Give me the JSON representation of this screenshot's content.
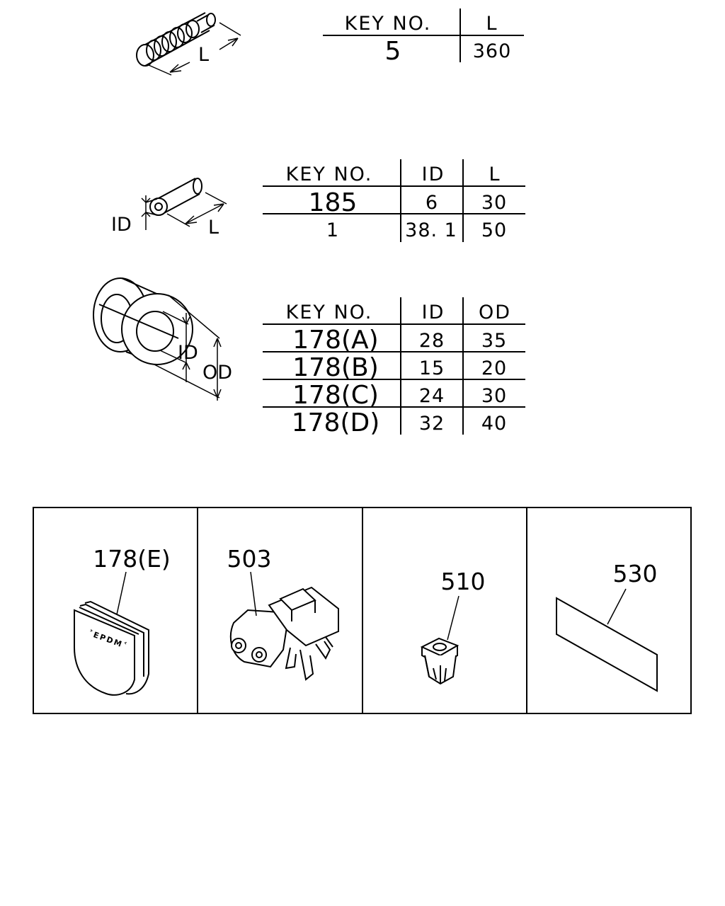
{
  "tables": {
    "t1": {
      "headers": [
        "KEY  NO.",
        "L"
      ],
      "rows": [
        [
          "5",
          "360"
        ]
      ]
    },
    "t2": {
      "headers": [
        "KEY  NO.",
        "ID",
        "L"
      ],
      "rows": [
        [
          "185",
          "6",
          "30"
        ],
        [
          "1",
          "38. 1",
          "50"
        ]
      ]
    },
    "t3": {
      "headers": [
        "KEY  NO.",
        "ID",
        "OD"
      ],
      "rows": [
        [
          "178(A)",
          "28",
          "35"
        ],
        [
          "178(B)",
          "15",
          "20"
        ],
        [
          "178(C)",
          "24",
          "30"
        ],
        [
          "178(D)",
          "32",
          "40"
        ]
      ]
    }
  },
  "dimension_labels": {
    "hose_length": "L",
    "tube_id": "ID",
    "tube_length": "L",
    "grommet_id": "ID",
    "grommet_od": "OD"
  },
  "parts": [
    {
      "callout": "178(E)",
      "icon": "grommet-cap-icon",
      "stamp": "˃EPDM˂"
    },
    {
      "callout": "503",
      "icon": "connector-icon"
    },
    {
      "callout": "510",
      "icon": "clip-nut-icon"
    },
    {
      "callout": "530",
      "icon": "label-sticker-icon"
    }
  ]
}
